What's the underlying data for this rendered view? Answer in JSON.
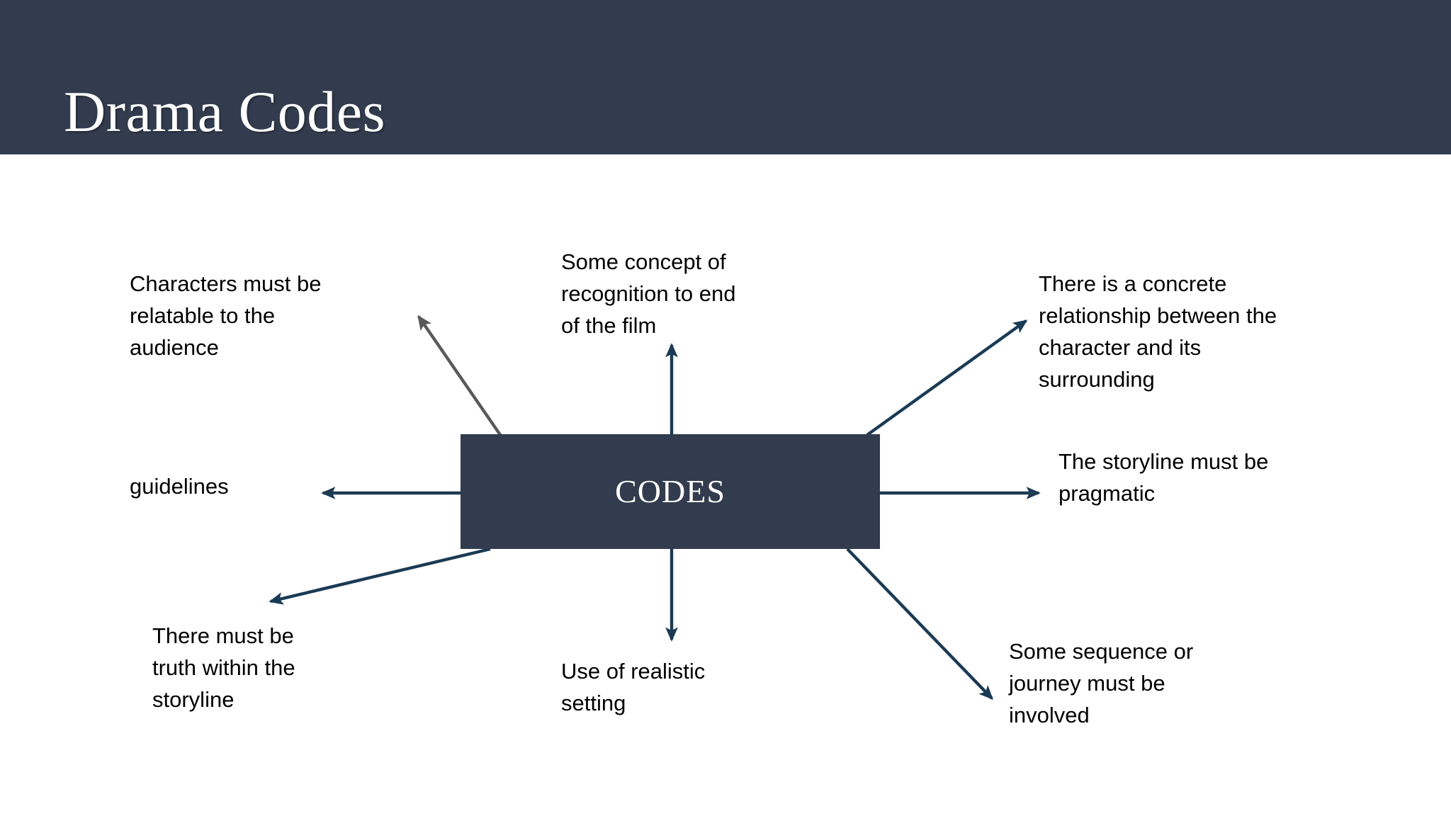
{
  "slide": {
    "title": "Drama Codes",
    "background_color": "#ffffff",
    "header_color": "#333c4e",
    "title_color": "#ffffff"
  },
  "diagram": {
    "type": "spoke-and-hub",
    "center": {
      "label": "CODES",
      "fill_color": "#333c4e",
      "text_color": "#ffffff"
    },
    "arrow_color": "#1b3a54",
    "arrow_color_alt": "#595959",
    "nodes": [
      {
        "id": "characters",
        "label": "Characters must be\nrelatable to the\naudience",
        "position": "top-left",
        "arrow": "up-left",
        "arrow_color": "#595959"
      },
      {
        "id": "guidelines",
        "label": "guidelines",
        "position": "left",
        "arrow": "left",
        "arrow_color": "#1b3a54"
      },
      {
        "id": "truth",
        "label": "There must be\ntruth within the\nstoryline",
        "position": "bottom-left",
        "arrow": "down-left",
        "arrow_color": "#1b3a54"
      },
      {
        "id": "recognition",
        "label": "Some concept of\nrecognition to end\nof the film",
        "position": "top-center",
        "arrow": "up",
        "arrow_color": "#1b3a54"
      },
      {
        "id": "setting",
        "label": "Use of realistic\nsetting",
        "position": "bottom-center",
        "arrow": "down",
        "arrow_color": "#1b3a54"
      },
      {
        "id": "concrete",
        "label": "There is a concrete\nrelationship between the\ncharacter and its\nsurrounding",
        "position": "top-right",
        "arrow": "up-right",
        "arrow_color": "#1b3a54"
      },
      {
        "id": "pragmatic",
        "label": "The storyline must be\npragmatic",
        "position": "right",
        "arrow": "right",
        "arrow_color": "#1b3a54"
      },
      {
        "id": "journey",
        "label": "Some sequence or\njourney must be\ninvolved",
        "position": "bottom-right",
        "arrow": "down-right",
        "arrow_color": "#1b3a54"
      }
    ]
  }
}
